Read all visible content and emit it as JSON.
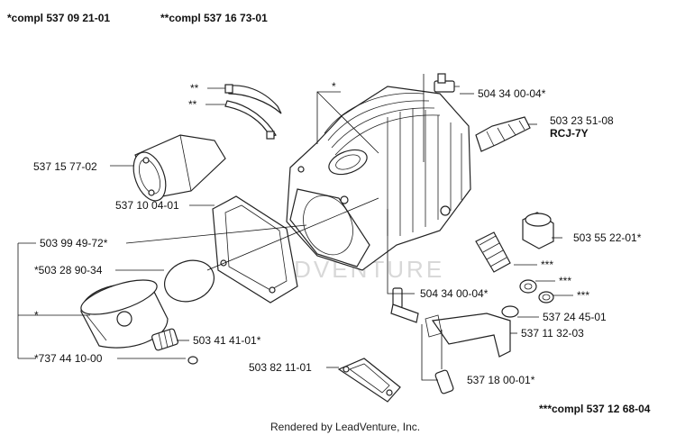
{
  "header": {
    "compl1": "*compl 537 09 21-01",
    "compl2": "**compl 537 16 73-01"
  },
  "labels": {
    "l_star2a": "**",
    "l_star2b": "**",
    "l_star_top": "*",
    "l_504_34_top": "504 34 00-04*",
    "l_503_23": "503 23 51-08",
    "l_rcj": "RCJ-7Y",
    "l_537_15": "537 15 77-02",
    "l_537_10": "537 10 04-01",
    "l_503_55": "503 55 22-01*",
    "l_503_99": "503 99 49-72*",
    "l_503_28": "*503 28 90-34",
    "l_star3a": "***",
    "l_star3b": "***",
    "l_star3c": "***",
    "l_504_34_mid": "504 34 00-04*",
    "l_star_left": "*",
    "l_537_24": "537 24 45-01",
    "l_537_11": "537 11 32-03",
    "l_503_41": "503 41 41-01*",
    "l_737_44": "*737 44 10-00",
    "l_503_82": "503 82 11-01",
    "l_537_18": "537 18 00-01*"
  },
  "footer": {
    "compl3": "***compl 537 12 68-04",
    "rendered": "Rendered by LeadVenture, Inc."
  },
  "watermark": "LEADVENTURE"
}
